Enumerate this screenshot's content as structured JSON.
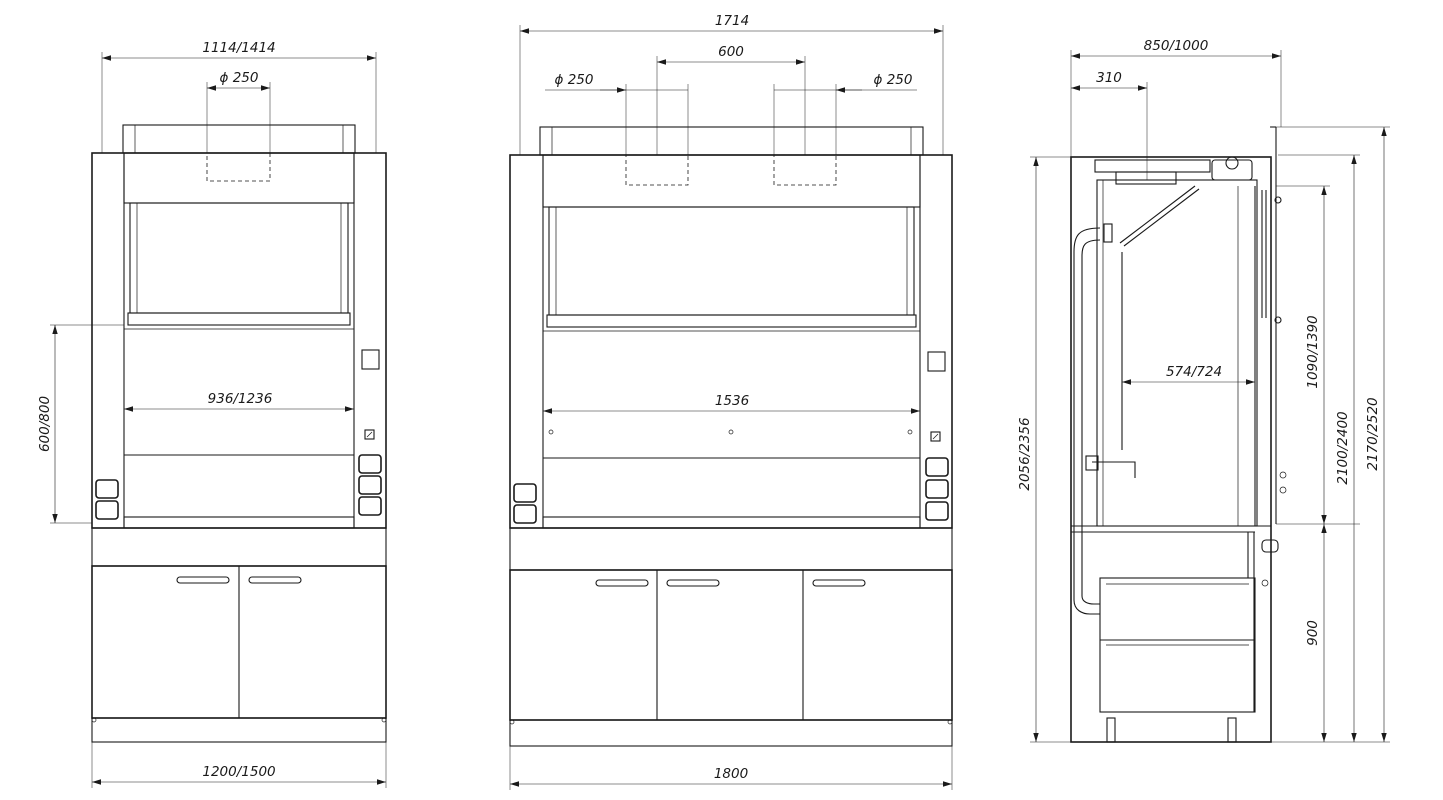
{
  "front_view_1": {
    "overall_width": "1114/1414",
    "duct_diameter": "ϕ 250",
    "work_opening_width": "936/1236",
    "sash_height": "600/800",
    "base_width": "1200/1500"
  },
  "front_view_2": {
    "overall_width": "1714",
    "duct_spacing": "600",
    "duct_diameter_left": "ϕ 250",
    "duct_diameter_right": "ϕ 250",
    "work_opening_width": "1536",
    "base_width": "1800"
  },
  "side_view": {
    "overall_depth": "850/1000",
    "duct_offset": "310",
    "interior_depth": "574/724",
    "work_surface_height": "900",
    "cabinet_height": "2056/2356",
    "sash_travel": "1090/1390",
    "height_a": "2100/2400",
    "height_b": "2170/2520"
  }
}
